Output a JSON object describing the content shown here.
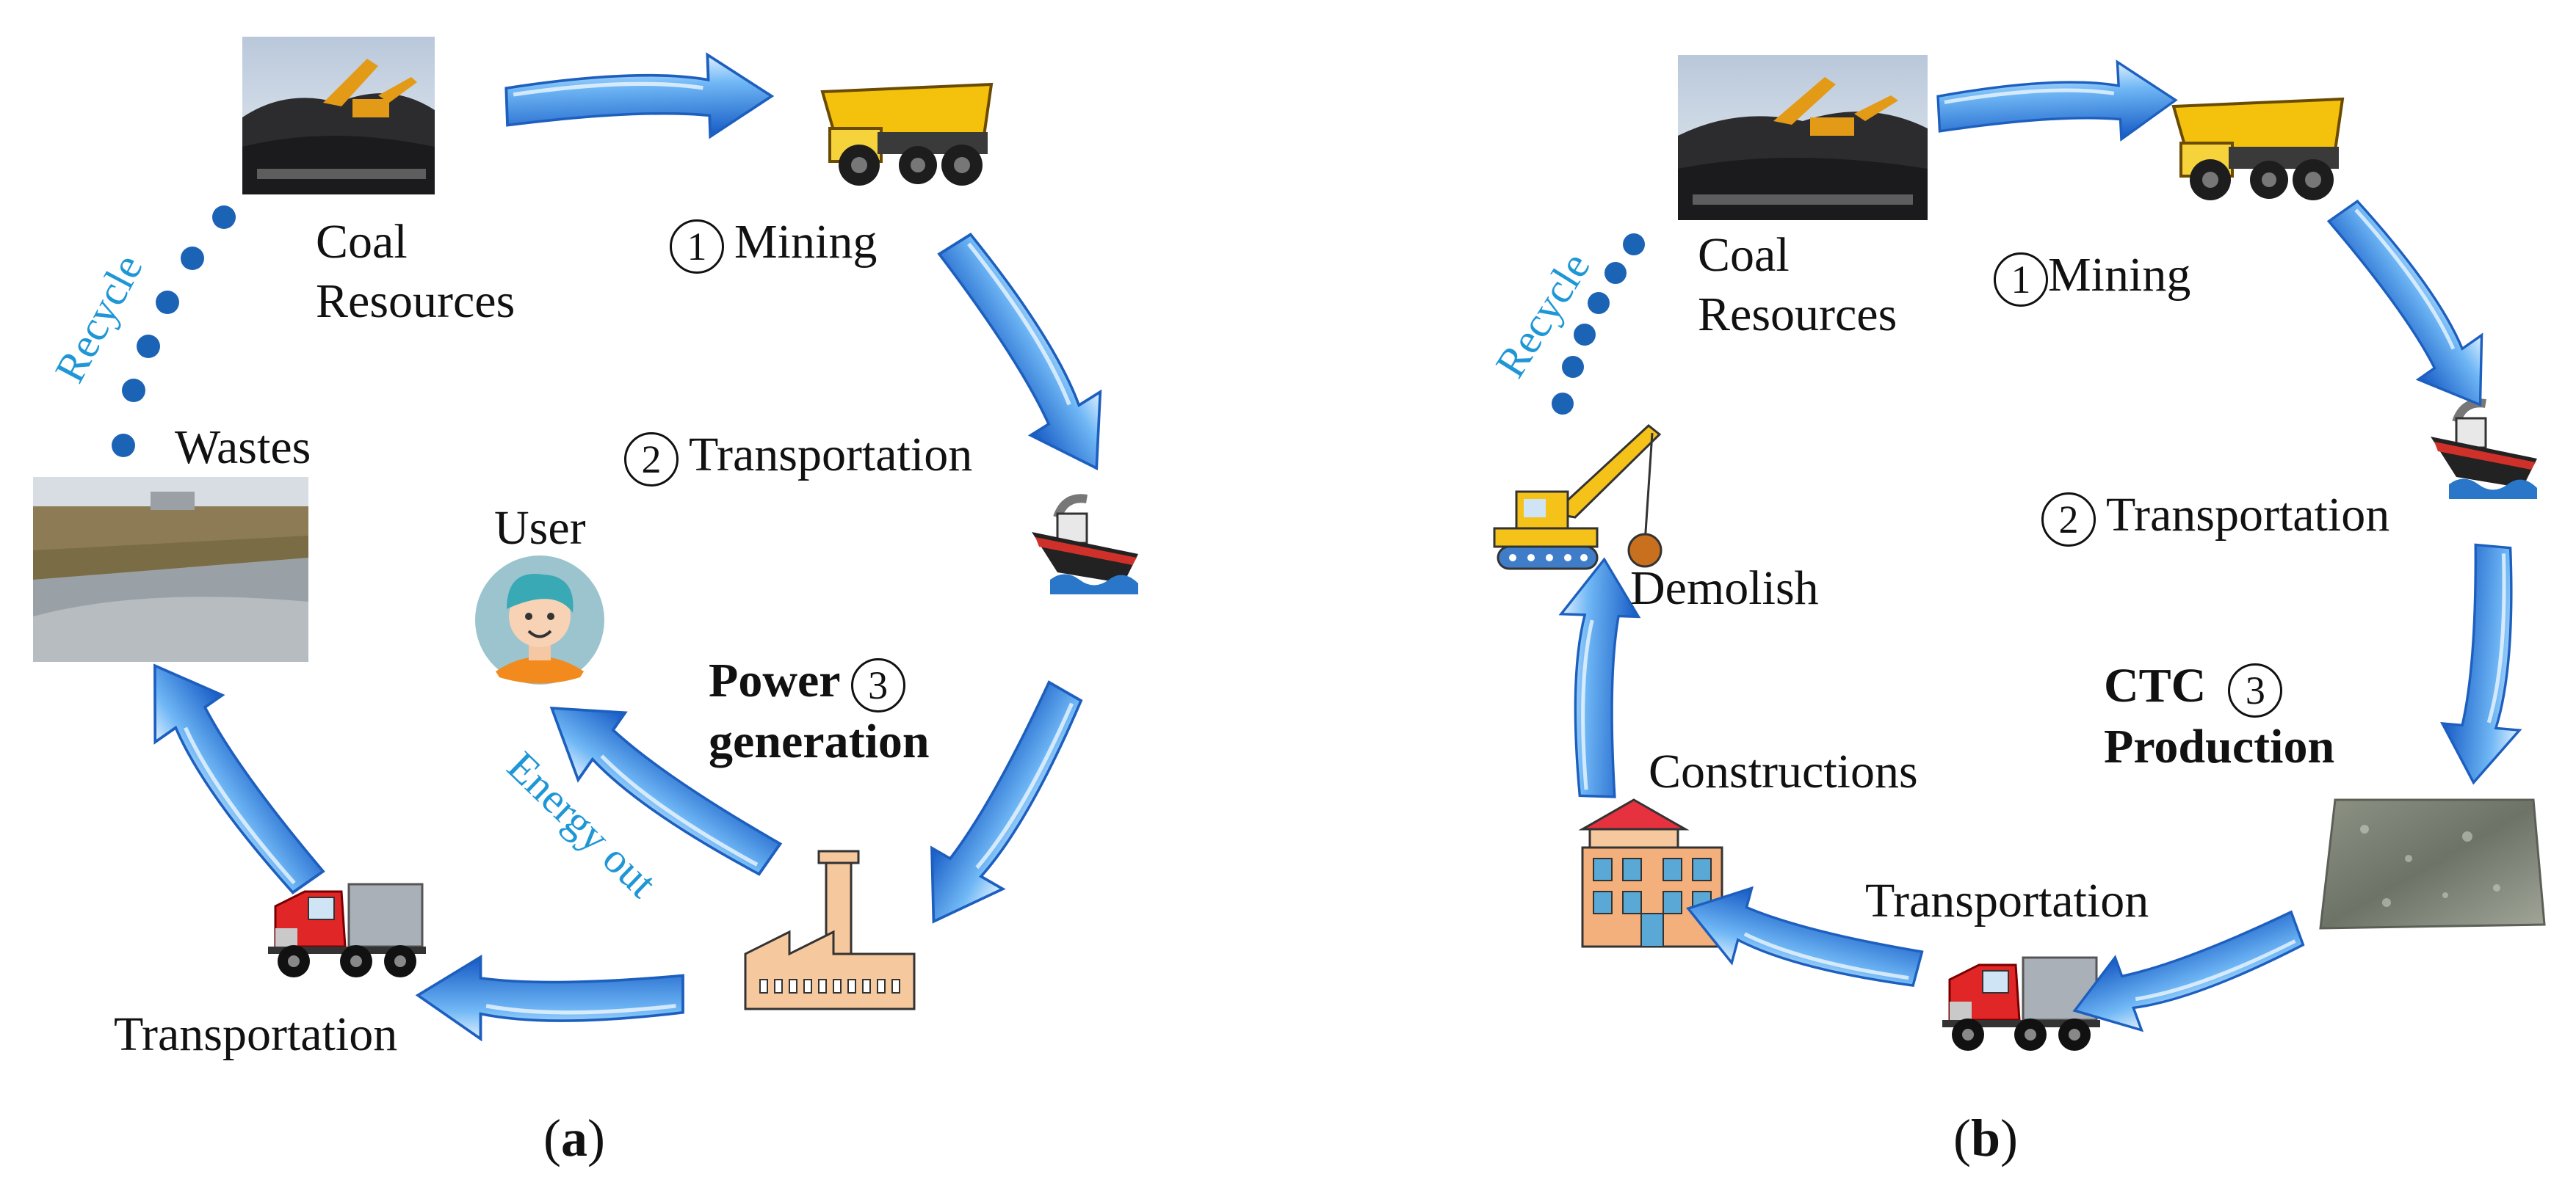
{
  "panel_a": {
    "coal_resources": [
      "Coal",
      "Resources"
    ],
    "mining": {
      "num": "1",
      "label": "Mining"
    },
    "transportation_1": {
      "num": "2",
      "label": "Transportation"
    },
    "power": {
      "num": "3",
      "line1": "Power",
      "line2": "generation"
    },
    "user": "User",
    "energy_out": "Energy out",
    "transportation_2": "Transportation",
    "wastes": "Wastes",
    "recycle": "Recycle",
    "caption": {
      "open": "(",
      "letter": "a",
      "close": ")"
    }
  },
  "panel_b": {
    "coal_resources": [
      "Coal",
      "Resources"
    ],
    "mining": {
      "num": "1",
      "label": "Mining"
    },
    "transportation_1": {
      "num": "2",
      "label": "Transportation"
    },
    "ctc": {
      "num": "3",
      "line1": "CTC",
      "line2": "Production"
    },
    "transportation_2": "Transportation",
    "constructions": "Constructions",
    "demolish": "Demolish",
    "recycle": "Recycle",
    "caption": {
      "open": "(",
      "letter": "b",
      "close": ")"
    }
  },
  "colors": {
    "arrow": "#2f7fd6",
    "arrow_light": "#a9d6fb",
    "dot": "#1b63b5",
    "recycle_text": "#1f97d6"
  },
  "icons": [
    "coal-mine-photo-icon",
    "dump-truck-icon",
    "cargo-ship-icon",
    "factory-icon",
    "user-avatar-icon",
    "semi-truck-icon",
    "waste-landfill-photo-icon",
    "ctc-slab-icon",
    "building-icon",
    "crane-icon"
  ]
}
